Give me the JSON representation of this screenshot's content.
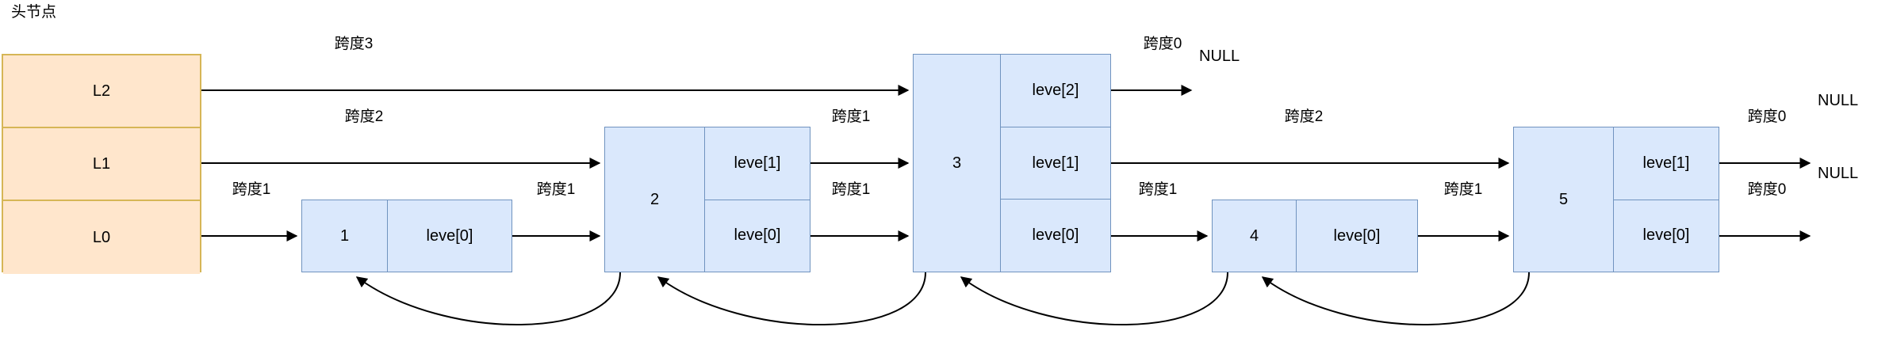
{
  "diagram": {
    "title": "头节点",
    "colors": {
      "head_fill": "#ffe6cc",
      "head_stroke": "#d6b656",
      "node_fill": "#dae8fc",
      "node_stroke": "#7093bf",
      "line": "#000000",
      "background": "#ffffff"
    }
  },
  "head_node": {
    "caption": "头节点",
    "levels": [
      {
        "label": "L2"
      },
      {
        "label": "L1"
      },
      {
        "label": "L0"
      }
    ]
  },
  "nodes": [
    {
      "key": "1",
      "levels": [
        {
          "label": "leve[0]"
        }
      ]
    },
    {
      "key": "2",
      "levels": [
        {
          "label": "leve[1]"
        },
        {
          "label": "leve[0]"
        }
      ]
    },
    {
      "key": "3",
      "levels": [
        {
          "label": "leve[2]"
        },
        {
          "label": "leve[1]"
        },
        {
          "label": "leve[0]"
        }
      ]
    },
    {
      "key": "4",
      "levels": [
        {
          "label": "leve[0]"
        }
      ]
    },
    {
      "key": "5",
      "levels": [
        {
          "label": "leve[1]"
        },
        {
          "label": "leve[0]"
        }
      ]
    }
  ],
  "forward_edges": [
    {
      "id": "l2-head-to-3",
      "label": "跨度3",
      "level": "L2"
    },
    {
      "id": "l2-3-to-null",
      "label": "跨度0",
      "level": "L2"
    },
    {
      "id": "l1-head-to-2",
      "label": "跨度2",
      "level": "L1"
    },
    {
      "id": "l1-2-to-3",
      "label": "跨度1",
      "level": "L1"
    },
    {
      "id": "l1-3-to-5",
      "label": "跨度2",
      "level": "L1"
    },
    {
      "id": "l1-5-to-null",
      "label": "跨度0",
      "level": "L1"
    },
    {
      "id": "l0-head-to-1",
      "label": "跨度1",
      "level": "L0"
    },
    {
      "id": "l0-1-to-2",
      "label": "跨度1",
      "level": "L0"
    },
    {
      "id": "l0-2-to-3",
      "label": "跨度1",
      "level": "L0"
    },
    {
      "id": "l0-3-to-4",
      "label": "跨度1",
      "level": "L0"
    },
    {
      "id": "l0-4-to-5",
      "label": "跨度1",
      "level": "L0"
    },
    {
      "id": "l0-5-to-null",
      "label": "跨度0",
      "level": "L0"
    }
  ],
  "terminals": [
    {
      "id": "null-l2",
      "label": "NULL"
    },
    {
      "id": "null-l1",
      "label": "NULL"
    },
    {
      "id": "null-l0",
      "label": "NULL"
    }
  ],
  "backward_edges": [
    {
      "id": "back-2-to-1",
      "from": "2",
      "to": "1"
    },
    {
      "id": "back-3-to-2",
      "from": "3",
      "to": "2"
    },
    {
      "id": "back-4-to-3",
      "from": "4",
      "to": "3"
    },
    {
      "id": "back-5-to-4",
      "from": "5",
      "to": "4"
    }
  ]
}
